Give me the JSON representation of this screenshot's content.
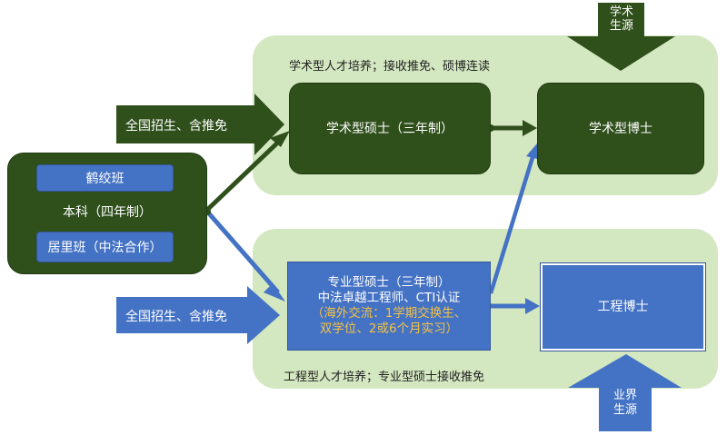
{
  "academic_band": {
    "caption": "学术型人才培养；接收推免、硕博连读"
  },
  "engineering_band": {
    "caption": "工程型人才培养；专业型硕士接收推免"
  },
  "undergrad": {
    "class_a": "鹤绞班",
    "title": "本科（四年制）",
    "class_b": "居里班（中法合作）"
  },
  "academic_master": {
    "label": "学术型硕士（三年制）"
  },
  "academic_phd": {
    "label": "学术型博士"
  },
  "professional_master": {
    "line1": "专业型硕士（三年制）",
    "line2": "中法卓越工程师、CTI认证",
    "line3": "（海外交流：1学期交换生、",
    "line4": "双学位、2或6个月实习）"
  },
  "engineering_phd": {
    "label": "工程博士"
  },
  "inputs": {
    "academic_recruit": "全国招生、含推免",
    "professional_recruit": "全国招生、含推免"
  },
  "sources": {
    "academic": {
      "line1": "学术",
      "line2": "生源"
    },
    "industry": {
      "line1": "业界",
      "line2": "生源"
    }
  },
  "colors": {
    "dark_green": "#2f4f1b",
    "light_green": "#d3e7c0",
    "blue": "#4472c4",
    "accent_yellow": "#f5c242"
  }
}
